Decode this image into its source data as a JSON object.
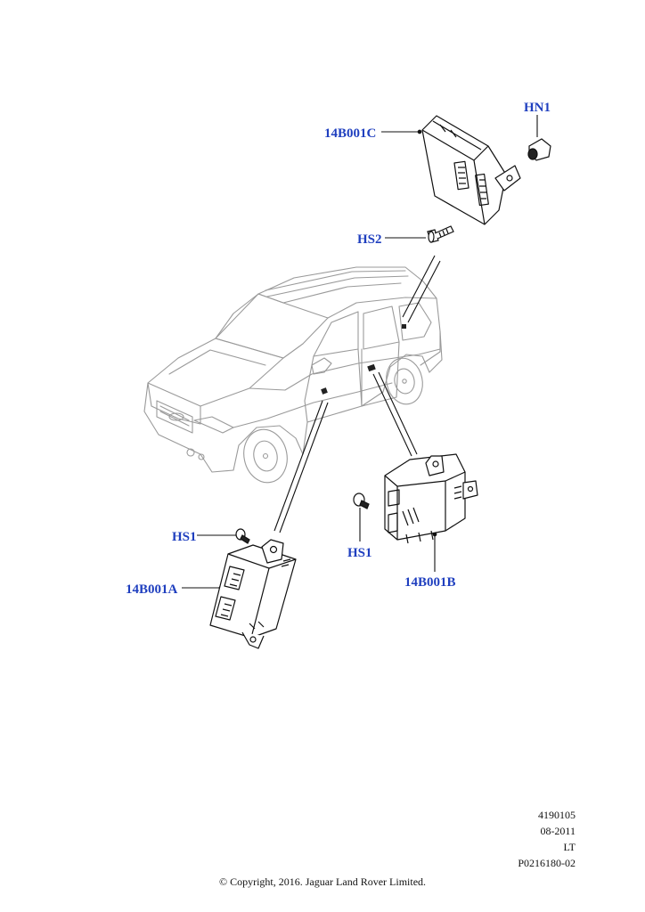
{
  "callouts": {
    "hn1": "HN1",
    "c14b001c": "14B001C",
    "hs2": "HS2",
    "hs1_left": "HS1",
    "c14b001a": "14B001A",
    "hs1_right": "HS1",
    "c14b001b": "14B001B"
  },
  "reference": {
    "number": "4190105",
    "date": "08-2011",
    "code": "LT",
    "part_id": "P0216180-02"
  },
  "copyright": "© Copyright, 2016. Jaguar Land Rover Limited.",
  "colors": {
    "callout_text": "#1f3fbf",
    "line": "#111111",
    "vehicle_outline": "#9a9a9a"
  }
}
